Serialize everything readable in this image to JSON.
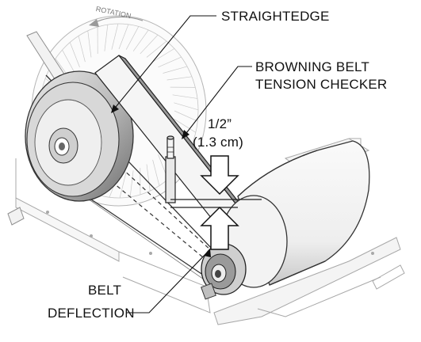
{
  "labels": {
    "straightedge": "STRAIGHTEDGE",
    "checker_line1": "BROWNING BELT",
    "checker_line2": "TENSION CHECKER",
    "measure_line1": "1/2”",
    "measure_line2": "(1.3 cm)",
    "belt_line1": "BELT",
    "belt_line2": "DEFLECTION",
    "rotation": "ROTATION"
  },
  "colors": {
    "ink": "#111111",
    "line": "#333333",
    "faint": "#9a9a9a",
    "fill_light": "#f4f4f4",
    "fill_mid": "#d9d9d9",
    "fill_dark": "#8a8a8a"
  }
}
